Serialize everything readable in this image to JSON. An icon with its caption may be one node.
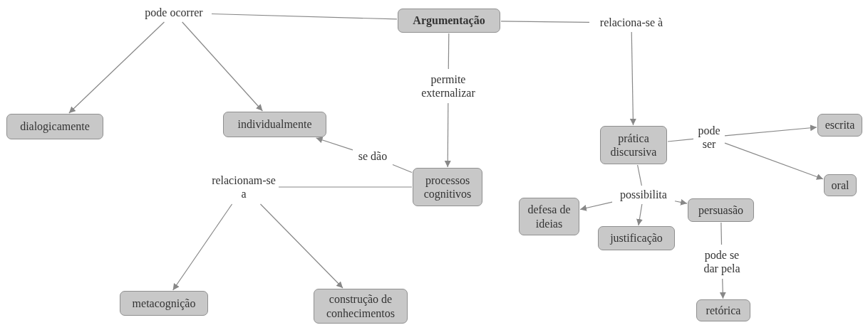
{
  "diagram": {
    "nodes": [
      {
        "text": [
          "Argumentação"
        ]
      },
      {
        "text": [
          "pode ocorrer"
        ]
      },
      {
        "text": [
          "relaciona-se à"
        ]
      },
      {
        "text": [
          "permite externalizar"
        ]
      },
      {
        "text": [
          "dialogicamente"
        ]
      },
      {
        "text": [
          "individualmente"
        ]
      },
      {
        "text": [
          "prática discursiva"
        ]
      },
      {
        "text": [
          "pode ser"
        ]
      },
      {
        "text": [
          "escrita"
        ]
      },
      {
        "text": [
          "se dão"
        ]
      },
      {
        "text": [
          "processos cognitivos"
        ]
      },
      {
        "text": [
          "relacionam-se a"
        ]
      },
      {
        "text": [
          "oral"
        ]
      },
      {
        "text": [
          "defesa de ideias"
        ]
      },
      {
        "text": [
          "possibilita"
        ]
      },
      {
        "text": [
          "justificação"
        ]
      },
      {
        "text": [
          "persuasão"
        ]
      },
      {
        "text": [
          "pode se dar pela"
        ]
      },
      {
        "text": [
          "metacognição"
        ]
      },
      {
        "text": [
          "construção de conhecimentos"
        ]
      },
      {
        "text": [
          "retórica"
        ]
      }
    ],
    "edges": [
      {
        "from": 0,
        "to": 1,
        "arrow": "none"
      },
      {
        "from": 1,
        "to": 4,
        "arrow": "to"
      },
      {
        "from": 1,
        "to": 5,
        "arrow": "to"
      },
      {
        "from": 0,
        "to": 2,
        "arrow": "none"
      },
      {
        "from": 2,
        "to": 6,
        "arrow": "to"
      },
      {
        "from": 0,
        "to": 3,
        "arrow": "none"
      },
      {
        "from": 3,
        "to": 10,
        "arrow": "to"
      },
      {
        "from": 10,
        "to": 9,
        "arrow": "none"
      },
      {
        "from": 9,
        "to": 5,
        "arrow": "to"
      },
      {
        "from": 10,
        "to": 11,
        "arrow": "none"
      },
      {
        "from": 11,
        "to": 18,
        "arrow": "to"
      },
      {
        "from": 11,
        "to": 19,
        "arrow": "to"
      },
      {
        "from": 6,
        "to": 7,
        "arrow": "none"
      },
      {
        "from": 7,
        "to": 8,
        "arrow": "to"
      },
      {
        "from": 7,
        "to": 12,
        "arrow": "to"
      },
      {
        "from": 6,
        "to": 14,
        "arrow": "none"
      },
      {
        "from": 14,
        "to": 13,
        "arrow": "to"
      },
      {
        "from": 14,
        "to": 15,
        "arrow": "to"
      },
      {
        "from": 14,
        "to": 16,
        "arrow": "to"
      },
      {
        "from": 16,
        "to": 17,
        "arrow": "none"
      },
      {
        "from": 17,
        "to": 20,
        "arrow": "to"
      }
    ]
  }
}
